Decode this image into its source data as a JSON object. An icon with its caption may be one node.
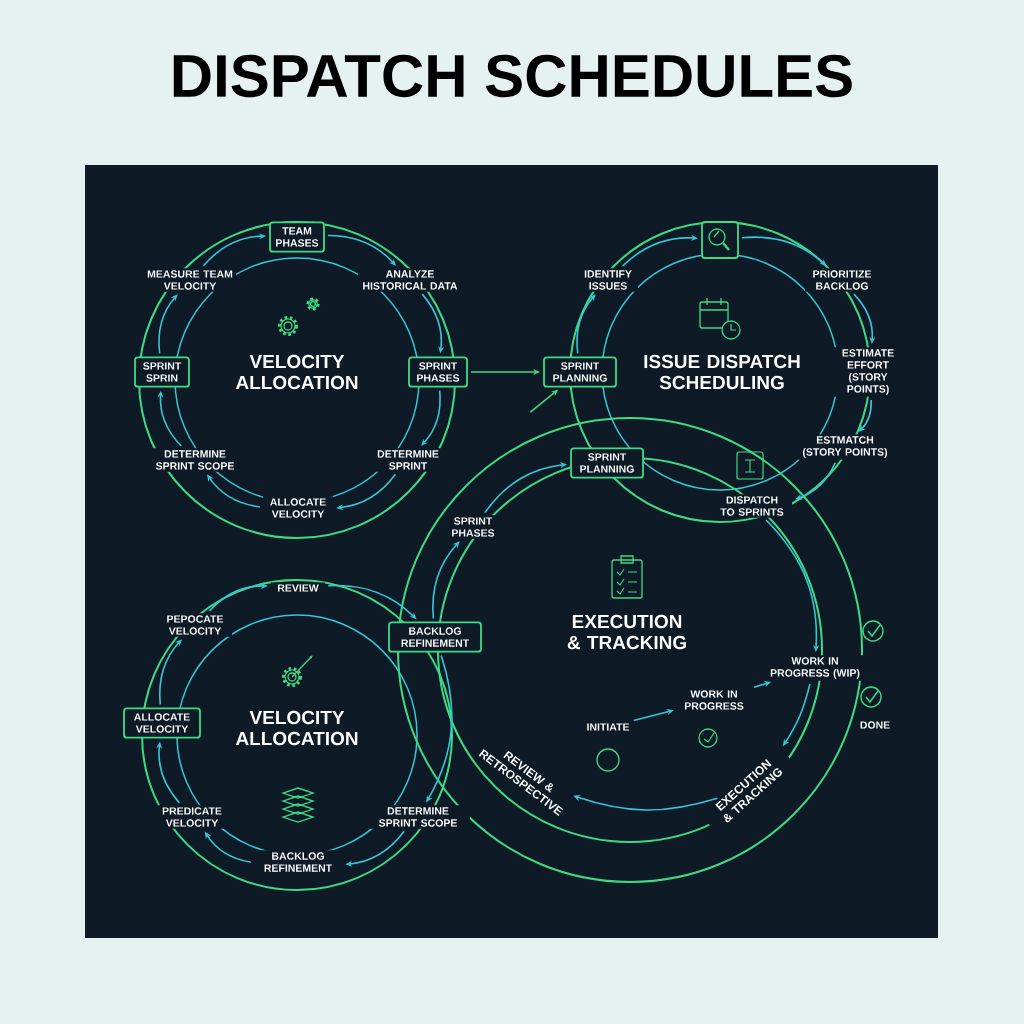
{
  "diagram": {
    "title": "DISPATCH SCHEDULES",
    "nodes": [
      {
        "text": [
          "TEAM PHASES"
        ]
      },
      {
        "text": [
          "MEASURE TEAM VELOCITY"
        ]
      },
      {
        "text": [
          "ANALYZE HISTORICAL DATA"
        ]
      },
      {
        "text": [
          "SPRINT SPRIN"
        ]
      },
      {
        "text": [
          "SPRINT PHASES"
        ]
      },
      {
        "text": [
          "DETERMINE SPRINT SCOPE"
        ]
      },
      {
        "text": [
          "DETERMINE SPRINT"
        ]
      },
      {
        "text": [
          "ALLOCATE VELOCITY"
        ]
      },
      {
        "text": [],
        "shape": "box"
      },
      {
        "text": [
          "IDENTIFY ISSUES"
        ]
      },
      {
        "text": [
          "PRIORITIZE BACKLOG"
        ]
      },
      {
        "text": [
          "SPRINT PLANNING"
        ]
      },
      {
        "text": [
          "ESTIMATE EFFORT (STORY POINTS)"
        ]
      },
      {
        "text": [
          "ESTMATCH (STORY POINTS)"
        ]
      },
      {
        "text": [
          "SPRINT PLANNING"
        ]
      },
      {
        "text": [
          "DISPATCH TO SPRINTS"
        ]
      },
      {
        "text": [
          "SPRINT PHASES"
        ]
      },
      {
        "text": [
          "REVIEW"
        ]
      },
      {
        "text": [
          "PEPOCATE VELOCITY"
        ]
      },
      {
        "text": [
          "BACKLOG REFINEMENT"
        ]
      },
      {
        "text": [
          "WORK IN PROGRESS (WIP)"
        ]
      },
      {
        "text": [
          "ALLOCATE VELOCITY"
        ]
      },
      {
        "text": [
          "WORK IN PROGRESS"
        ]
      },
      {
        "text": [
          "INITIATE"
        ]
      },
      {
        "text": [
          "DONE"
        ]
      },
      {
        "text": [
          "REVIEW & RETROSPECTIVE"
        ]
      },
      {
        "text": [
          "EXECUTION & TRACKING"
        ]
      },
      {
        "text": [
          "PREDICATE VELOCITY"
        ]
      },
      {
        "text": [
          "DETERMINE SPRINT SCOPE"
        ]
      },
      {
        "text": [
          "BACKLOG REFINEMENT"
        ]
      }
    ],
    "edges": [
      {
        "from": 0,
        "to": 2,
        "arrow": "to"
      },
      {
        "from": 2,
        "to": 4,
        "arrow": "to"
      },
      {
        "from": 4,
        "to": 6,
        "arrow": "to"
      },
      {
        "from": 6,
        "to": 7,
        "arrow": "to"
      },
      {
        "from": 7,
        "to": 5,
        "arrow": "to"
      },
      {
        "from": 5,
        "to": 3,
        "arrow": "to"
      },
      {
        "from": 3,
        "to": 1,
        "arrow": "to"
      },
      {
        "from": 1,
        "to": 0,
        "arrow": "to"
      },
      {
        "from": 4,
        "to": 11,
        "arrow": "to",
        "color": "#3ddc84"
      },
      {
        "from": null,
        "to": 11,
        "arrow": "to",
        "color": "#3ddc84"
      },
      {
        "from": 9,
        "to": 8,
        "arrow": "to"
      },
      {
        "from": 8,
        "to": 10,
        "arrow": "to"
      },
      {
        "from": 10,
        "to": 12,
        "arrow": "to"
      },
      {
        "from": 12,
        "to": 13,
        "arrow": "to"
      },
      {
        "from": 13,
        "to": 15,
        "arrow": "to"
      },
      {
        "from": 11,
        "to": 9,
        "arrow": "to"
      },
      {
        "from": 19,
        "to": 16,
        "arrow": "to"
      },
      {
        "from": 16,
        "to": 14,
        "arrow": "to"
      },
      {
        "from": 15,
        "to": 20,
        "arrow": "to"
      },
      {
        "from": 20,
        "to": 26,
        "arrow": "to"
      },
      {
        "from": 26,
        "to": 25,
        "arrow": "to"
      },
      {
        "from": 23,
        "to": 22,
        "arrow": "to"
      },
      {
        "from": 22,
        "to": 20,
        "arrow": "to"
      },
      {
        "from": 18,
        "to": 17,
        "arrow": "to"
      },
      {
        "from": 17,
        "to": 19,
        "arrow": "to"
      },
      {
        "from": 19,
        "to": 28,
        "arrow": "to"
      },
      {
        "from": 28,
        "to": 29,
        "arrow": "to"
      },
      {
        "from": 29,
        "to": 27,
        "arrow": "to"
      },
      {
        "from": 27,
        "to": 21,
        "arrow": "to"
      },
      {
        "from": 21,
        "to": 18,
        "arrow": "to"
      }
    ],
    "labels": [
      "VELOCITY ALLOCATION",
      "ISSUE DISPATCH SCHEDULING",
      "EXECUTION & TRACKING",
      "VELOCITY ALLOCATION"
    ]
  }
}
